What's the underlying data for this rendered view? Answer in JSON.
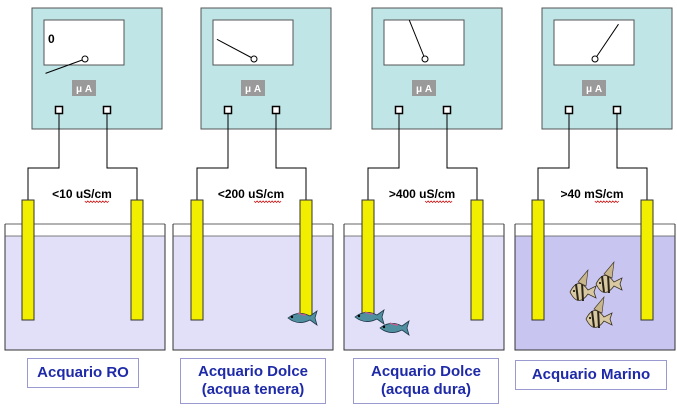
{
  "colors": {
    "meter_body": "#bfe5e6",
    "electrode": "#f2ee00",
    "water_fresh": "#e2e0f8",
    "water_marine": "#c8c6f1",
    "caption_text": "#1e2aa8"
  },
  "meter_unit": "μ A",
  "zero_mark": "0",
  "stations": [
    {
      "conductivity": "<10 uS/cm",
      "caption": [
        "Acquario RO"
      ],
      "needle_level": 0.0,
      "fish_count": 0,
      "fish_icon": "none"
    },
    {
      "conductivity": "<200 uS/cm",
      "caption": [
        "Acquario Dolce",
        "(acqua tenera)"
      ],
      "needle_level": 0.3,
      "fish_count": 1,
      "fish_icon": "freshwater-fish-icon"
    },
    {
      "conductivity": ">400 uS/cm",
      "caption": [
        "Acquario Dolce",
        "(acqua dura)"
      ],
      "needle_level": 0.55,
      "fish_count": 2,
      "fish_icon": "freshwater-fish-icon"
    },
    {
      "conductivity": ">40 mS/cm",
      "caption": [
        "Acquario Marino"
      ],
      "needle_level": 0.9,
      "fish_count": 3,
      "fish_icon": "angelfish-icon"
    }
  ]
}
